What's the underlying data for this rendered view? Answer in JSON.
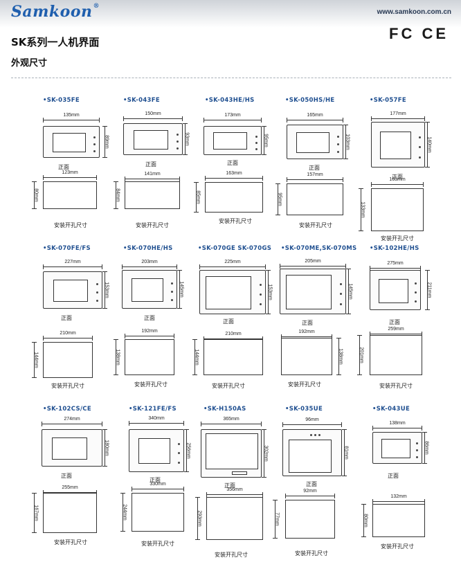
{
  "header": {
    "brand": "Samkoon",
    "brand_mark": "®",
    "website": "www.samkoon.com.cn",
    "cert_marks": "FC CE",
    "title": "SK系列一人机界面",
    "subtitle": "外观尺寸"
  },
  "labels": {
    "front": "正面",
    "cutout": "安装开孔尺寸"
  },
  "models": [
    {
      "name": "•SK-035FE",
      "front_w": "135mm",
      "front_h": "89mm",
      "cut_w": "123mm",
      "cut_h": "80mm"
    },
    {
      "name": "•SK-043FE",
      "front_w": "150mm",
      "front_h": "93mm",
      "cut_w": "141mm",
      "cut_h": "84mm"
    },
    {
      "name": "•SK-043HE/HS",
      "front_w": "173mm",
      "front_h": "95mm",
      "cut_w": "163mm",
      "cut_h": "85mm"
    },
    {
      "name": "•SK-050HS/HE",
      "front_w": "165mm",
      "front_h": "103mm",
      "cut_w": "157mm",
      "cut_h": "95mm"
    },
    {
      "name": "•SK-057FE",
      "front_w": "177mm",
      "front_h": "140mm",
      "cut_w": "163mm",
      "cut_h": "133mm"
    },
    {
      "name": "•SK-070FE/FS",
      "front_w": "227mm",
      "front_h": "153mm",
      "cut_w": "210mm",
      "cut_h": "144mm"
    },
    {
      "name": "•SK-070HE/HS",
      "front_w": "203mm",
      "front_h": "145mm",
      "cut_w": "192mm",
      "cut_h": "138mm"
    },
    {
      "name": "•SK-070GE SK-070GS",
      "front_w": "225mm",
      "front_h": "153mm",
      "cut_w": "210mm",
      "cut_h": "144mm"
    },
    {
      "name": "•SK-070ME,SK-070MS",
      "front_w": "205mm",
      "front_h": "145mm",
      "cut_w": "192mm",
      "cut_h": "138mm"
    },
    {
      "name": "•SK-102HE/HS",
      "front_w": "275mm",
      "front_h": "211mm",
      "cut_w": "259mm",
      "cut_h": "201mm"
    },
    {
      "name": "•SK-102CS/CE",
      "front_w": "274mm",
      "front_h": "180mm",
      "cut_w": "255mm",
      "cut_h": "167mm"
    },
    {
      "name": "•SK-121FE/FS",
      "front_w": "340mm",
      "front_h": "256mm",
      "cut_w": "330mm",
      "cut_h": "244mm"
    },
    {
      "name": "•SK-H150AS",
      "front_w": "365mm",
      "front_h": "302mm",
      "cut_w": "356mm",
      "cut_h": "293mm"
    },
    {
      "name": "•SK-035UE",
      "front_w": "96mm",
      "front_h": "81mm",
      "cut_w": "92mm",
      "cut_h": "77mm"
    },
    {
      "name": "•SK-043UE",
      "front_w": "138mm",
      "front_h": "86mm",
      "cut_w": "132mm",
      "cut_h": "80mm"
    }
  ]
}
